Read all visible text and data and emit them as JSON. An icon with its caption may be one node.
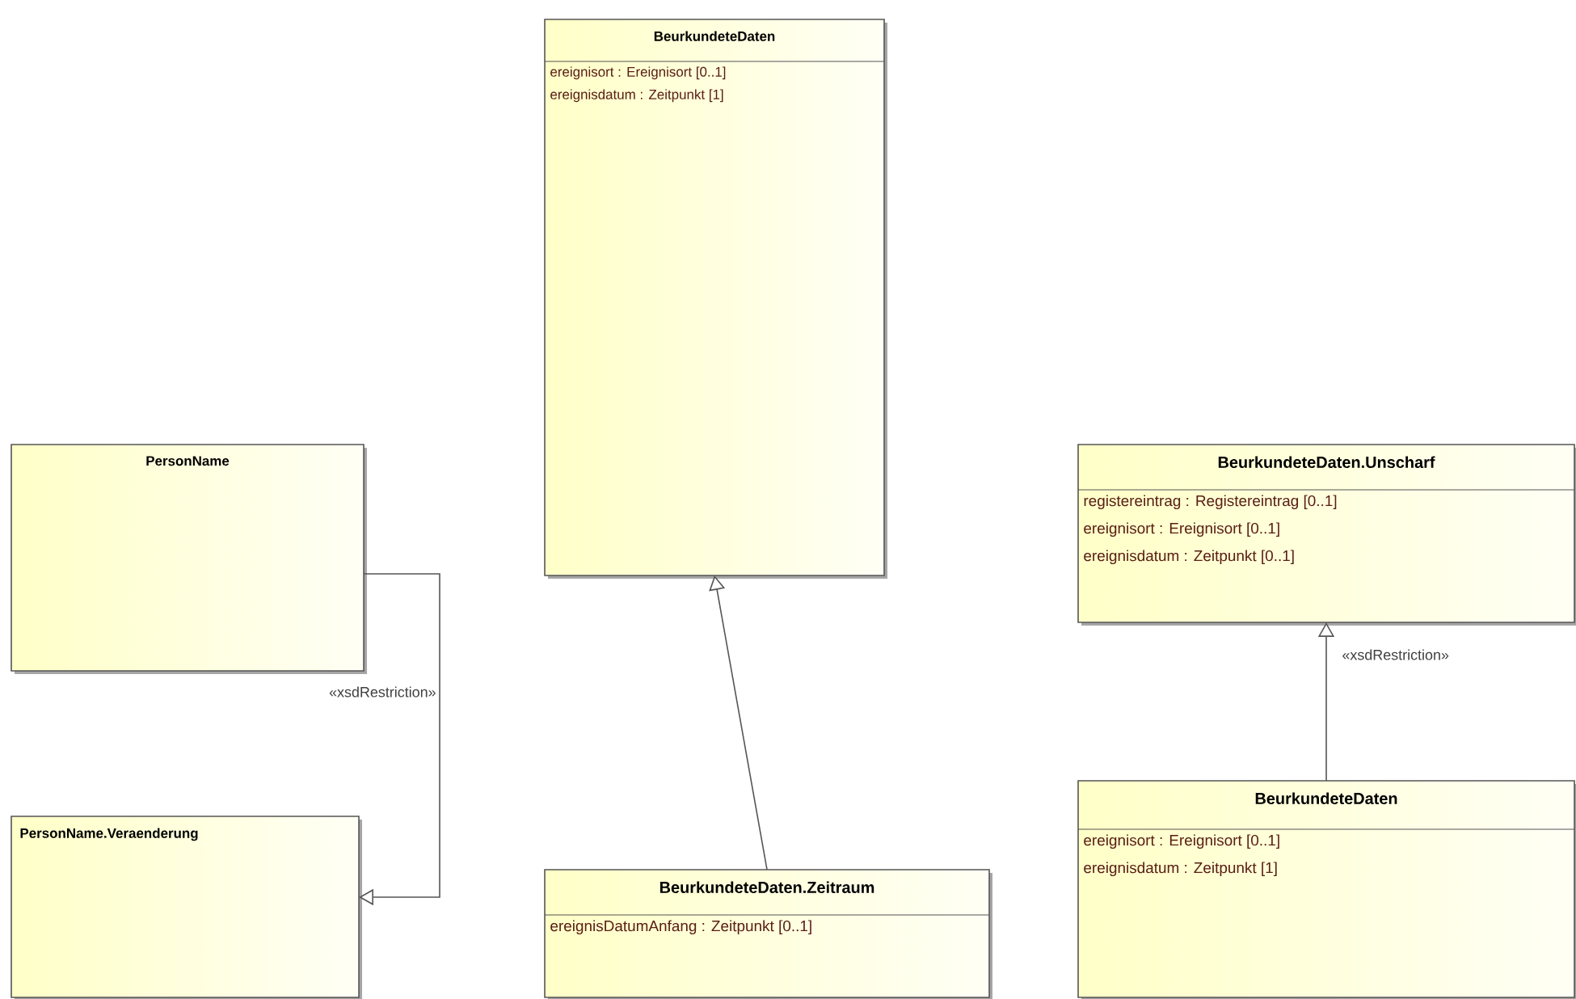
{
  "diagram": {
    "nodes": [
      {
        "text": [
          "PersonName"
        ]
      },
      {
        "text": [
          "PersonName.Veraenderung"
        ]
      },
      {
        "text": [
          "BeurkundeteDaten",
          "ereignisort : Ereignisort [0..1]",
          "ereignisdatum : Zeitpunkt [1]"
        ]
      },
      {
        "text": [
          "BeurkundeteDaten.Zeitraum",
          "ereignisDatumAnfang : Zeitpunkt [0..1]"
        ]
      },
      {
        "text": [
          "BeurkundeteDaten.Unscharf",
          "registereintrag : Registereintrag [0..1]",
          "ereignisort : Ereignisort [0..1]",
          "ereignisdatum : Zeitpunkt [0..1]"
        ]
      },
      {
        "text": [
          "BeurkundeteDaten",
          "ereignisort : Ereignisort [0..1]",
          "ereignisdatum : Zeitpunkt [1]"
        ]
      }
    ],
    "edges": [
      {
        "from": 0,
        "to": 1,
        "arrow": "to",
        "label": "«xsdRestriction»"
      },
      {
        "from": 3,
        "to": 2,
        "arrow": "to"
      },
      {
        "from": 5,
        "to": 4,
        "arrow": "to",
        "label": "«xsdRestriction»"
      }
    ]
  }
}
